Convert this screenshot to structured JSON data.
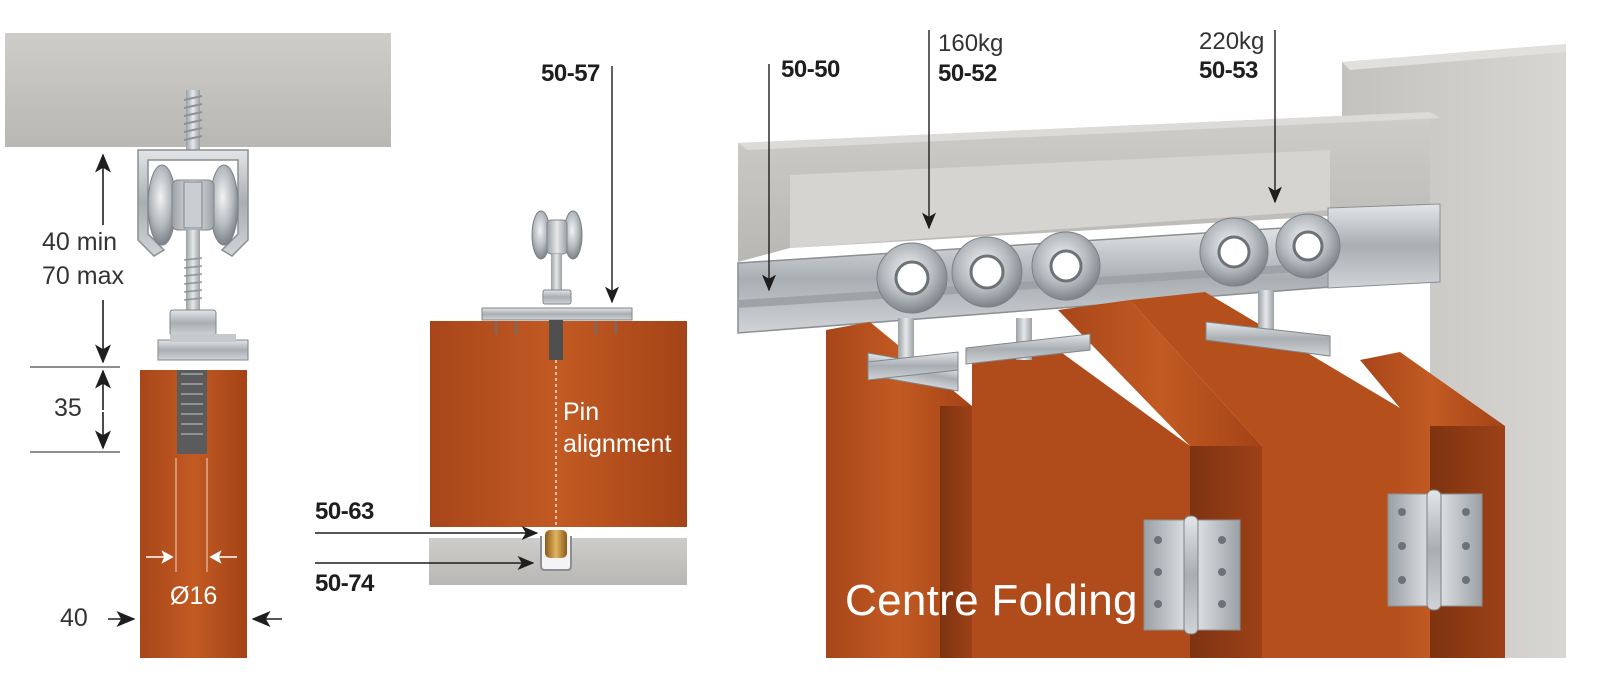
{
  "diagram": {
    "left_detail": {
      "height_dim_line1": "40 min",
      "height_dim_line2": "70 max",
      "depth_dim": "35",
      "diameter_dim": "Ø16",
      "width_dim": "40"
    },
    "middle_detail": {
      "top_code": "50-57",
      "pin_line1": "Pin",
      "pin_line2": "alignment",
      "guide_code": "50-63",
      "channel_code": "50-74"
    },
    "right_detail": {
      "track_code": "50-50",
      "carrier_a_weight": "160kg",
      "carrier_a_code": "50-52",
      "carrier_b_weight": "220kg",
      "carrier_b_code": "50-53",
      "title": "Centre Folding"
    }
  },
  "colors": {
    "wood": "#b54f1c",
    "wood_dark": "#8e3a12",
    "concrete": "#c9c7c3",
    "steel": "#b8bcc0",
    "text": "#2b2b2b"
  }
}
